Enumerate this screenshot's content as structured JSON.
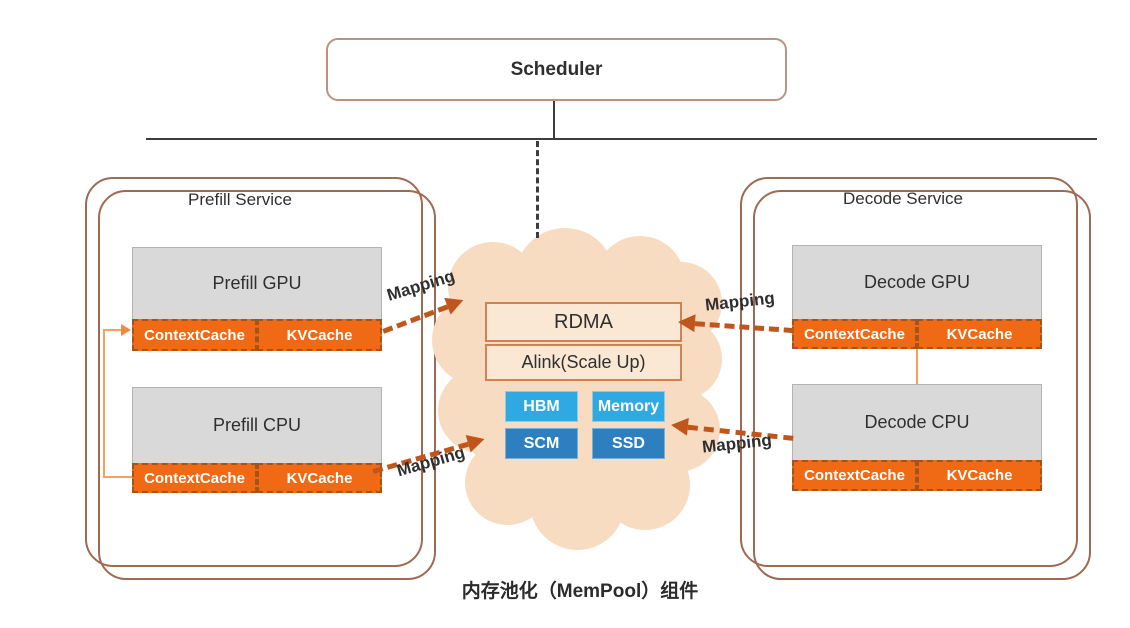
{
  "scheduler": {
    "label": "Scheduler"
  },
  "prefill_service": {
    "title": "Prefill Service",
    "gpu": {
      "title": "Prefill GPU",
      "cells": [
        "ContextCache",
        "KVCache"
      ]
    },
    "cpu": {
      "title": "Prefill CPU",
      "cells": [
        "ContextCache",
        "KVCache"
      ]
    }
  },
  "decode_service": {
    "title": "Decode Service",
    "gpu": {
      "title": "Decode GPU",
      "cells": [
        "ContextCache",
        "KVCache"
      ]
    },
    "cpu": {
      "title": "Decode CPU",
      "cells": [
        "ContextCache",
        "KVCache"
      ]
    }
  },
  "mempool": {
    "rdma_label": "RDMA",
    "alink_label": "Alink(Scale Up)",
    "tiles": [
      {
        "label": "HBM",
        "color": "#2fa9e1"
      },
      {
        "label": "Memory",
        "color": "#2fa9e1"
      },
      {
        "label": "SCM",
        "color": "#2e7fc0"
      },
      {
        "label": "SSD",
        "color": "#2e7fc0"
      }
    ],
    "caption": "内存池化（MemPool）组件",
    "cloud_color": "#f8dcc2"
  },
  "arrows": {
    "labels": [
      "Mapping",
      "Mapping",
      "Mapping",
      "Mapping"
    ],
    "color": "#c0561b"
  },
  "colors": {
    "strip_orange": "#f06a15",
    "cell_dash_border": "#a3541c",
    "service_border": "#9c6b52",
    "scheduler_border": "#b99482",
    "gray_box": "#d9d9d9",
    "connector_orange": "#f5a35c",
    "tile_light_blue": "#2fa9e1",
    "tile_dark_blue": "#2e7fc0",
    "peach_box_fill": "#fbe8d4",
    "peach_box_border": "#cf8355"
  }
}
